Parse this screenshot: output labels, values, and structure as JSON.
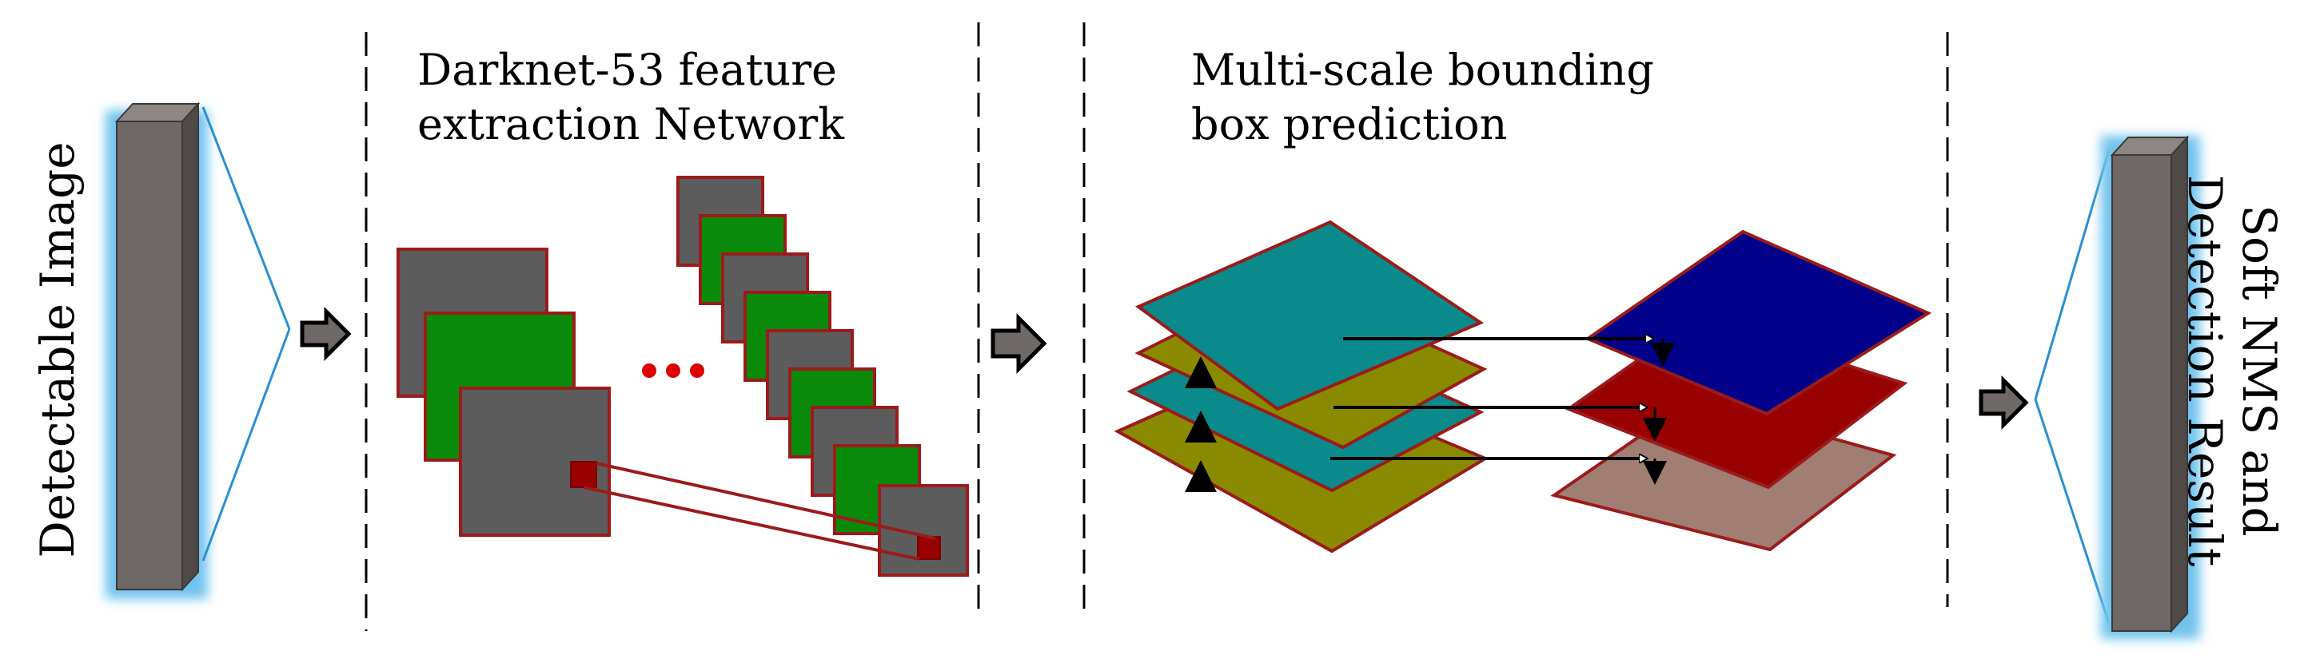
{
  "labels": {
    "input_image": "Detectable Image",
    "darknet_line1": "Darknet-53 feature",
    "darknet_line2": "extraction Network",
    "multiscale_line1": "Multi-scale bounding",
    "multiscale_line2": "box prediction",
    "result_line1": "Soft NMS and",
    "result_line2": "Detection Result"
  },
  "colors": {
    "block_gray": "#6e6866",
    "block_top": "#8c8785",
    "block_side": "#4f4a48",
    "glow": "#6fc3ee",
    "fan_line": "#2a8fd0",
    "feature_gray": "#5c5c5c",
    "feature_green": "#0a8a0a",
    "feature_border": "#9b1b1b",
    "dots": "#dd0000",
    "teal": "#0a8a8a",
    "olive": "#8a8a00",
    "navy": "#00008a",
    "darkred": "#990000",
    "rosy": "#a07e74",
    "arrow_fill": "#6e6866",
    "arrow_stroke": "#000000",
    "divider": "#000000"
  },
  "icons": [
    "block-arrow-icon",
    "ellipsis-dots-icon",
    "upward-arrow-icon",
    "right-arrow-icon"
  ]
}
